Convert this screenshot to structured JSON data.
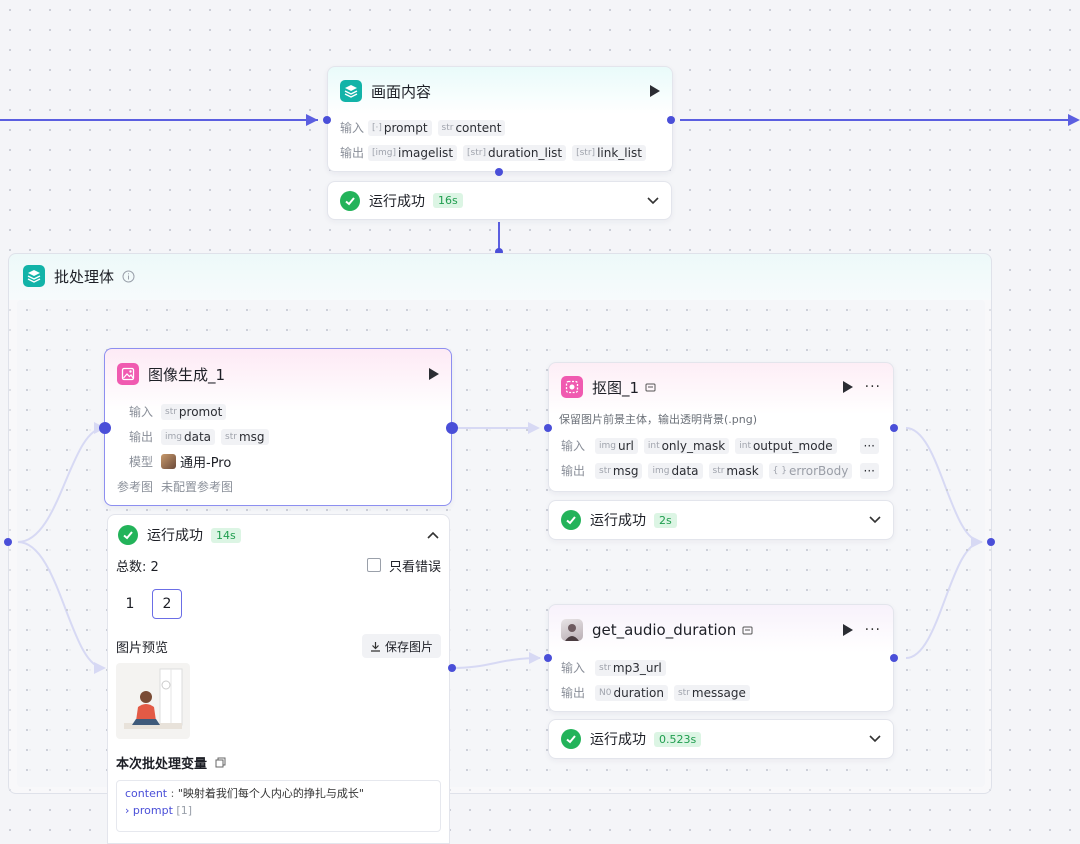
{
  "colors": {
    "accent": "#4a4fd8",
    "success": "#23b35a",
    "teal": "#12b3a8",
    "pink": "#f05ab0"
  },
  "node_content": {
    "title": "画面内容",
    "icon": "layers-icon",
    "inputs_label": "输入",
    "outputs_label": "输出",
    "inputs": [
      {
        "type": "[·]",
        "name": "prompt"
      },
      {
        "type": "str",
        "name": "content"
      }
    ],
    "outputs": [
      {
        "type": "[img]",
        "name": "imagelist"
      },
      {
        "type": "[str]",
        "name": "duration_list"
      },
      {
        "type": "[str]",
        "name": "link_list"
      }
    ],
    "status": {
      "text": "运行成功",
      "time": "16s"
    }
  },
  "batch": {
    "title": "批处理体",
    "icon": "layers-icon"
  },
  "node_image": {
    "title": "图像生成_1",
    "icon": "image-icon",
    "inputs_label": "输入",
    "outputs_label": "输出",
    "model_label": "模型",
    "ref_label": "参考图",
    "inputs": [
      {
        "type": "str",
        "name": "promot"
      }
    ],
    "outputs": [
      {
        "type": "img",
        "name": "data"
      },
      {
        "type": "str",
        "name": "msg"
      }
    ],
    "model": "通用-Pro",
    "ref_value": "未配置参考图",
    "status": {
      "text": "运行成功",
      "time": "14s"
    },
    "panel": {
      "total": "总数: 2",
      "only_errors": "只看错误",
      "pages": [
        "1",
        "2"
      ],
      "preview_title": "图片预览",
      "save_button": "保存图片",
      "vars_title": "本次批处理变量",
      "var_content_key": "content",
      "var_content_value": "\"映射着我们每个人内心的挣扎与成长\"",
      "var_prompt_key": "prompt",
      "var_prompt_meta": "[1]"
    }
  },
  "node_cutout": {
    "title": "抠图_1",
    "icon": "cutout-icon",
    "description": "保留图片前景主体，输出透明背景(.png)",
    "inputs_label": "输入",
    "outputs_label": "输出",
    "inputs": [
      {
        "type": "img",
        "name": "url"
      },
      {
        "type": "int",
        "name": "only_mask"
      },
      {
        "type": "int",
        "name": "output_mode"
      }
    ],
    "outputs": [
      {
        "type": "str",
        "name": "msg"
      },
      {
        "type": "img",
        "name": "data"
      },
      {
        "type": "str",
        "name": "mask"
      },
      {
        "type": "{ }",
        "name": "errorBody"
      }
    ],
    "status": {
      "text": "运行成功",
      "time": "2s"
    }
  },
  "node_audio": {
    "title": "get_audio_duration",
    "icon": "avatar-icon",
    "inputs_label": "输入",
    "outputs_label": "输出",
    "inputs": [
      {
        "type": "str",
        "name": "mp3_url"
      }
    ],
    "outputs": [
      {
        "type": "N0",
        "name": "duration"
      },
      {
        "type": "str",
        "name": "message"
      }
    ],
    "status": {
      "text": "运行成功",
      "time": "0.523s"
    }
  }
}
